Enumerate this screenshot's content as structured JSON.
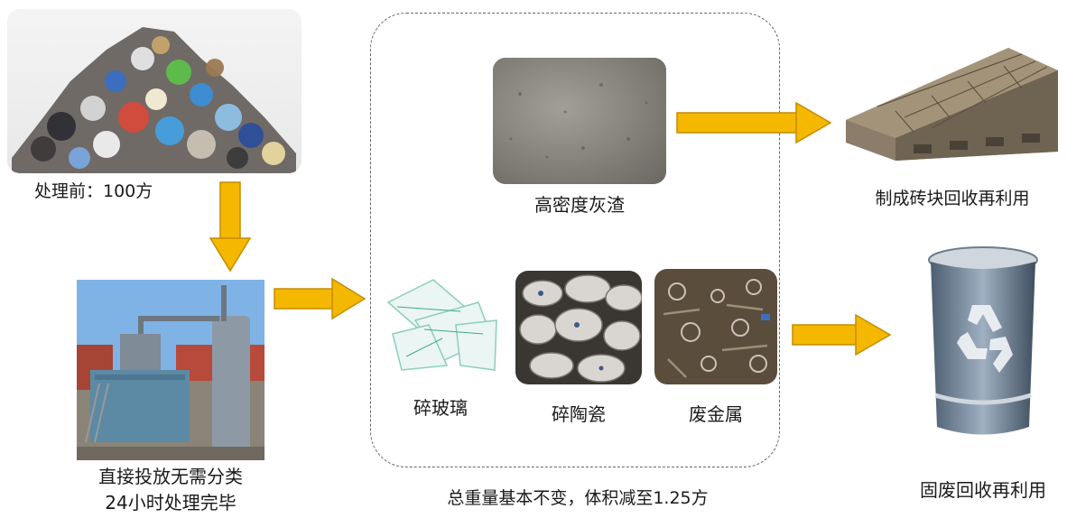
{
  "before": {
    "label": "处理前：100方"
  },
  "equipment": {
    "label_line1": "直接投放无需分类",
    "label_line2": "24小时处理完毕"
  },
  "products": {
    "ash": {
      "label": "高密度灰渣"
    },
    "glass": {
      "label": "碎玻璃"
    },
    "ceramic": {
      "label": "碎陶瓷"
    },
    "metal": {
      "label": "废金属"
    },
    "summary": "总重量基本不变，体积减至1.25方"
  },
  "outputs": {
    "bricks": {
      "label": "制成砖块回收再利用"
    },
    "bin": {
      "label": "固废回收再利用"
    }
  },
  "icons": {
    "flow_arrow": "flow-arrow-icon",
    "recycle": "recycle-icon"
  },
  "colors": {
    "arrow_fill": "#f5b800",
    "arrow_stroke": "#c48c00",
    "dashed_border": "#666666"
  }
}
